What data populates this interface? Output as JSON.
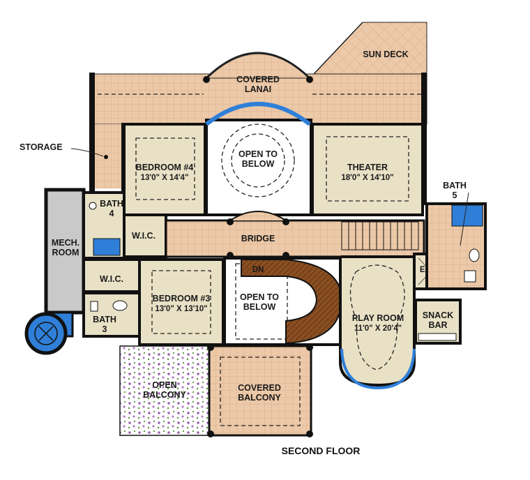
{
  "title": "SECOND FLOOR",
  "rooms": {
    "sun_deck": "SUN DECK",
    "covered_lanai_1": "COVERED",
    "covered_lanai_2": "LANAI",
    "storage": "STORAGE",
    "bedroom4_name": "BEDROOM #4",
    "bedroom4_size": "13'0\" X 14'4\"",
    "open_below_top_1": "OPEN TO",
    "open_below_top_2": "BELOW",
    "theater_name": "THEATER",
    "theater_size": "18'0\" X 14'10\"",
    "bath4_1": "BATH",
    "bath4_2": "4",
    "bath5_1": "BATH",
    "bath5_2": "5",
    "mech_1": "MECH.",
    "mech_2": "ROOM",
    "wic_upper": "W.I.C.",
    "wic_lower": "W.I.C.",
    "bridge": "BRIDGE",
    "dn": "DN",
    "bedroom3_name": "BEDROOM #3",
    "bedroom3_size": "13'0\" X 13'10\"",
    "open_below_mid_1": "OPEN TO",
    "open_below_mid_2": "BELOW",
    "play_room_name": "PLAY ROOM",
    "play_room_size": "11'0\" X 20'4\"",
    "elev": "ELEV.",
    "snack_1": "SNACK",
    "snack_2": "BAR",
    "bath3_1": "BATH",
    "bath3_2": "3",
    "open_balcony_1": "OPEN",
    "open_balcony_2": "BALCONY",
    "covered_balcony_1": "COVERED",
    "covered_balcony_2": "BALCONY"
  },
  "colors": {
    "tile": "#ecc9a8",
    "tile_line": "#d6a888",
    "beige": "#e9e1c6",
    "wall": "#111111",
    "water": "#2f7fd8",
    "wood": "#8a4f22",
    "grey": "#c9c9c9",
    "flower": "#9a63b0"
  }
}
